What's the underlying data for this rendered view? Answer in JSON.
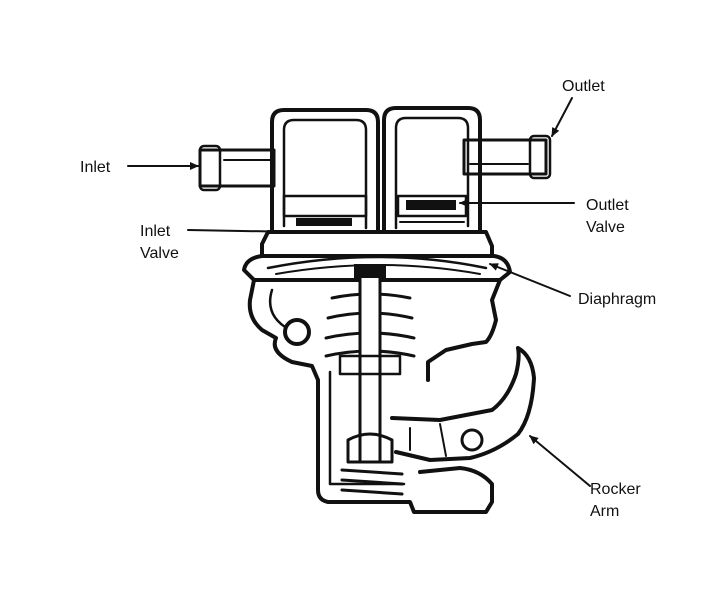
{
  "labels": {
    "inlet": "Inlet",
    "outlet": "Outlet",
    "outlet_valve_line1": "Outlet",
    "outlet_valve_line2": "Valve",
    "inlet_valve_line1": "Inlet",
    "inlet_valve_line2": "Valve",
    "diaphragm": "Diaphragm",
    "rocker_arm_line1": "Rocker",
    "rocker_arm_line2": "Arm"
  },
  "colors": {
    "ink": "#111111",
    "background": "#ffffff"
  }
}
